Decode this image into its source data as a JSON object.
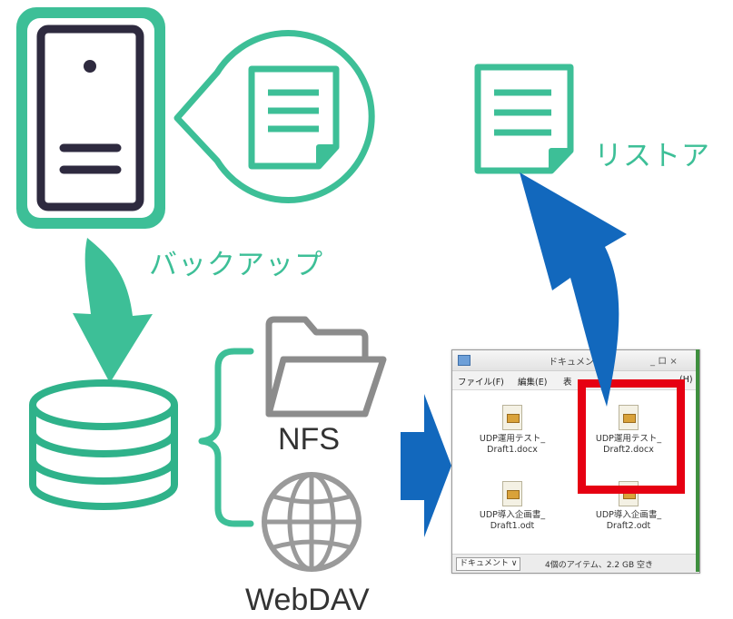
{
  "labels": {
    "backup": "バックアップ",
    "restore": "リストア",
    "nfs": "NFS",
    "webdav": "WebDAV"
  },
  "file_manager": {
    "title": "ドキュメント",
    "window_controls": "_ ロ ×",
    "menu": [
      "ファイル(F)",
      "編集(E)",
      "表",
      "(H)"
    ],
    "files": [
      {
        "name_line1": "UDP運用テスト_",
        "name_line2": "Draft1.docx"
      },
      {
        "name_line1": "UDP運用テスト_",
        "name_line2": "Draft2.docx"
      },
      {
        "name_line1": "UDP導入企画書_",
        "name_line2": "Draft1.odt"
      },
      {
        "name_line1": "UDP導入企画書_",
        "name_line2": "Draft2.odt"
      }
    ],
    "location": "ドキュメント ∨",
    "status": "4個のアイテム、2.2 GB 空き"
  },
  "colors": {
    "teal": "#3dbf97",
    "teal_dark": "#2fb28a",
    "arrow_blue": "#1268bd",
    "server_dark": "#2e2a3f",
    "gray_icon": "#8c8c8c",
    "highlight_red": "#e60012"
  },
  "icons": [
    "server-icon",
    "document-icon",
    "database-icon",
    "folder-icon",
    "globe-icon",
    "document-icon"
  ]
}
